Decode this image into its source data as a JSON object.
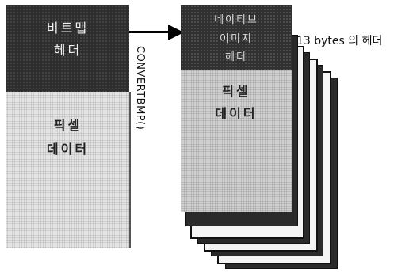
{
  "left_block": {
    "header_line1": "비트맵",
    "header_line2": "헤더",
    "pixels_line1": "픽셀",
    "pixels_line2": "데이터"
  },
  "arrow_label": "CONVERTBMP()",
  "right_block": {
    "header_line1": "네이티브",
    "header_line2": "이미지",
    "header_line3": "헤더",
    "pixels_line1": "픽셀",
    "pixels_line2": "데이터",
    "side_label": "13 bytes 의  헤더"
  }
}
